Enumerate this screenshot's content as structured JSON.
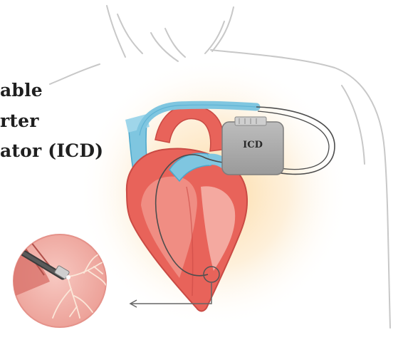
{
  "title_lines": [
    "able",
    "rter",
    "ator (ICD)"
  ],
  "device_label": "ICD",
  "colors": {
    "skin_outline": "#c9c9c9",
    "glow": "#fde3b8",
    "heart_red": "#e8635a",
    "heart_dark": "#c94a44",
    "heart_pink": "#f4a9a0",
    "vessel_blue": "#7fc6e0",
    "vessel_blue_dark": "#4ba7cc",
    "device_gray": "#a9a9a9",
    "lead_wire": "#555555",
    "zoom_bg": "#f3b9b1"
  },
  "icons": [
    "torso-outline",
    "heart",
    "icd-device",
    "lead-wire",
    "magnifier-inset",
    "electrode-tip",
    "pointer-arrow"
  ]
}
